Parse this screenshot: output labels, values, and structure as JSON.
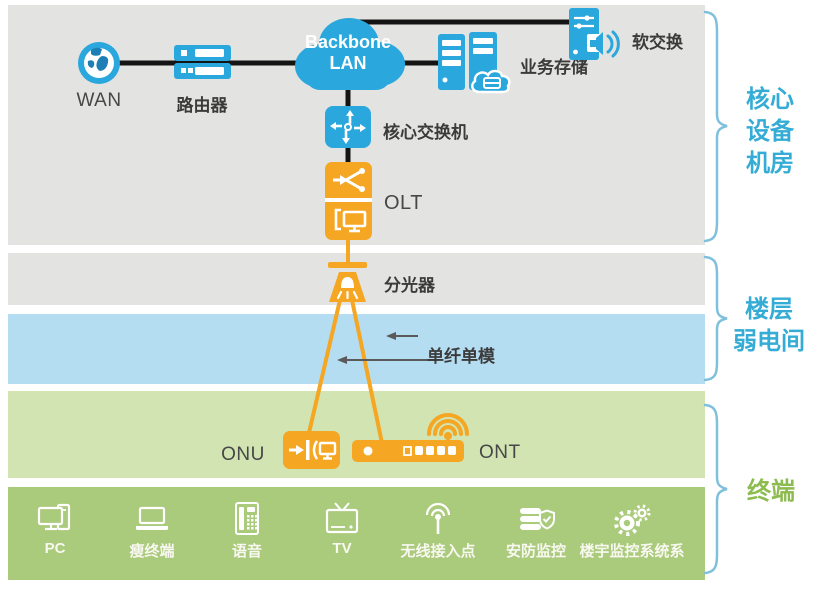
{
  "colors": {
    "icon_blue": "#2aa7dc",
    "icon_blue_dark": "#1d7fb5",
    "icon_orange": "#f5a623",
    "band_gray": "#e3e3e2",
    "band_light_blue": "#b4ddf2",
    "band_light_green": "#d2e4b2",
    "band_dark_green": "#aaca7c",
    "brace_blue": "#7fc0dd",
    "section_label_cyan": "#35acd6",
    "section_label_green": "#8cbb4f",
    "connection_black": "#141414",
    "arrow_gray": "#5a5a5a",
    "node_label_dark": "#3b3b3b",
    "terminal_label_white": "#f8f8f0"
  },
  "sections": [
    {
      "id": "core-equipment-room",
      "label": "核心设备机房",
      "lines": [
        "核心",
        "设备",
        "机房"
      ]
    },
    {
      "id": "floor-weak-current-room",
      "label": "楼层弱电间",
      "lines": [
        "楼层",
        "弱电间"
      ]
    },
    {
      "id": "terminal",
      "label": "终端",
      "lines": [
        "终端"
      ]
    }
  ],
  "nodes": {
    "wan": "WAN",
    "router": "路由器",
    "backbone_line1": "Backbone",
    "backbone_line2": "LAN",
    "storage": "业务存储",
    "softswitch": "软交换",
    "core_switch": "核心交换机",
    "olt": "OLT",
    "splitter": "分光器",
    "fiber_note": "单纤单模",
    "onu": "ONU",
    "ont": "ONT"
  },
  "terminals": [
    {
      "label": "PC",
      "icon": "desktop-pc-icon"
    },
    {
      "label": "瘦终端",
      "icon": "laptop-icon"
    },
    {
      "label": "语音",
      "icon": "telephone-icon"
    },
    {
      "label": "TV",
      "icon": "tv-icon"
    },
    {
      "label": "无线接入点",
      "icon": "wireless-antenna-icon"
    },
    {
      "label": "安防监控",
      "icon": "security-monitor-icon"
    },
    {
      "label": "楼宇监控系统系",
      "icon": "gears-icon"
    }
  ]
}
